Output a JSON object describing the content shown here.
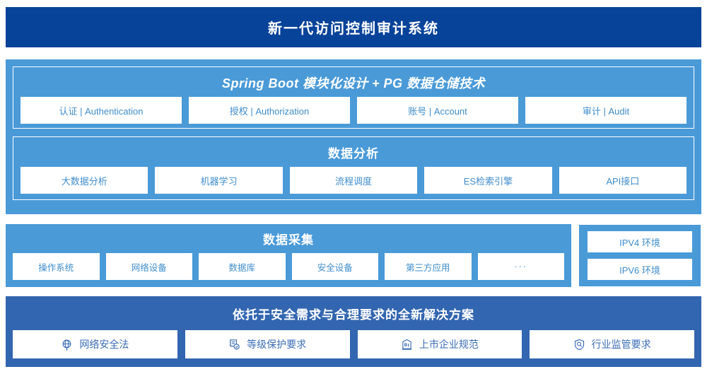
{
  "header": {
    "title": "新一代访问控制审计系统",
    "bg_color": "#08439a"
  },
  "colors": {
    "light_panel": "#4a9ad8",
    "dark_panel": "#3366b0",
    "chip_text": "#3f8dcc",
    "chip_text_dark": "#3a6db5",
    "chip_bg": "#ffffff"
  },
  "sections": {
    "spring": {
      "heading": "Spring Boot 模块化设计 + PG 数据仓储技术",
      "items": [
        {
          "label": "认证 | Authentication"
        },
        {
          "label": "授权 | Authorization"
        },
        {
          "label": "账号 | Account"
        },
        {
          "label": "审计 | Audit"
        }
      ]
    },
    "analysis": {
      "heading": "数据分析",
      "items": [
        {
          "label": "大数据分析"
        },
        {
          "label": "机器学习"
        },
        {
          "label": "流程调度"
        },
        {
          "label": "ES检索引擎"
        },
        {
          "label": "API接口"
        }
      ]
    },
    "collection": {
      "heading": "数据采集",
      "items": [
        {
          "label": "操作系统"
        },
        {
          "label": "网络设备"
        },
        {
          "label": "数据库"
        },
        {
          "label": "安全设备"
        },
        {
          "label": "第三方应用"
        },
        {
          "label": "···"
        }
      ]
    },
    "environment": {
      "items": [
        {
          "label": "IPV4 环境"
        },
        {
          "label": "IPV6 环境"
        }
      ]
    },
    "compliance": {
      "heading": "依托于安全需求与合理要求的全新解决方案",
      "items": [
        {
          "label": "网络安全法",
          "icon": "globe-icon"
        },
        {
          "label": "等级保护要求",
          "icon": "document-check-icon"
        },
        {
          "label": "上市企业规范",
          "icon": "bank-building-icon"
        },
        {
          "label": "行业监管要求",
          "icon": "shield-search-icon"
        }
      ]
    }
  }
}
